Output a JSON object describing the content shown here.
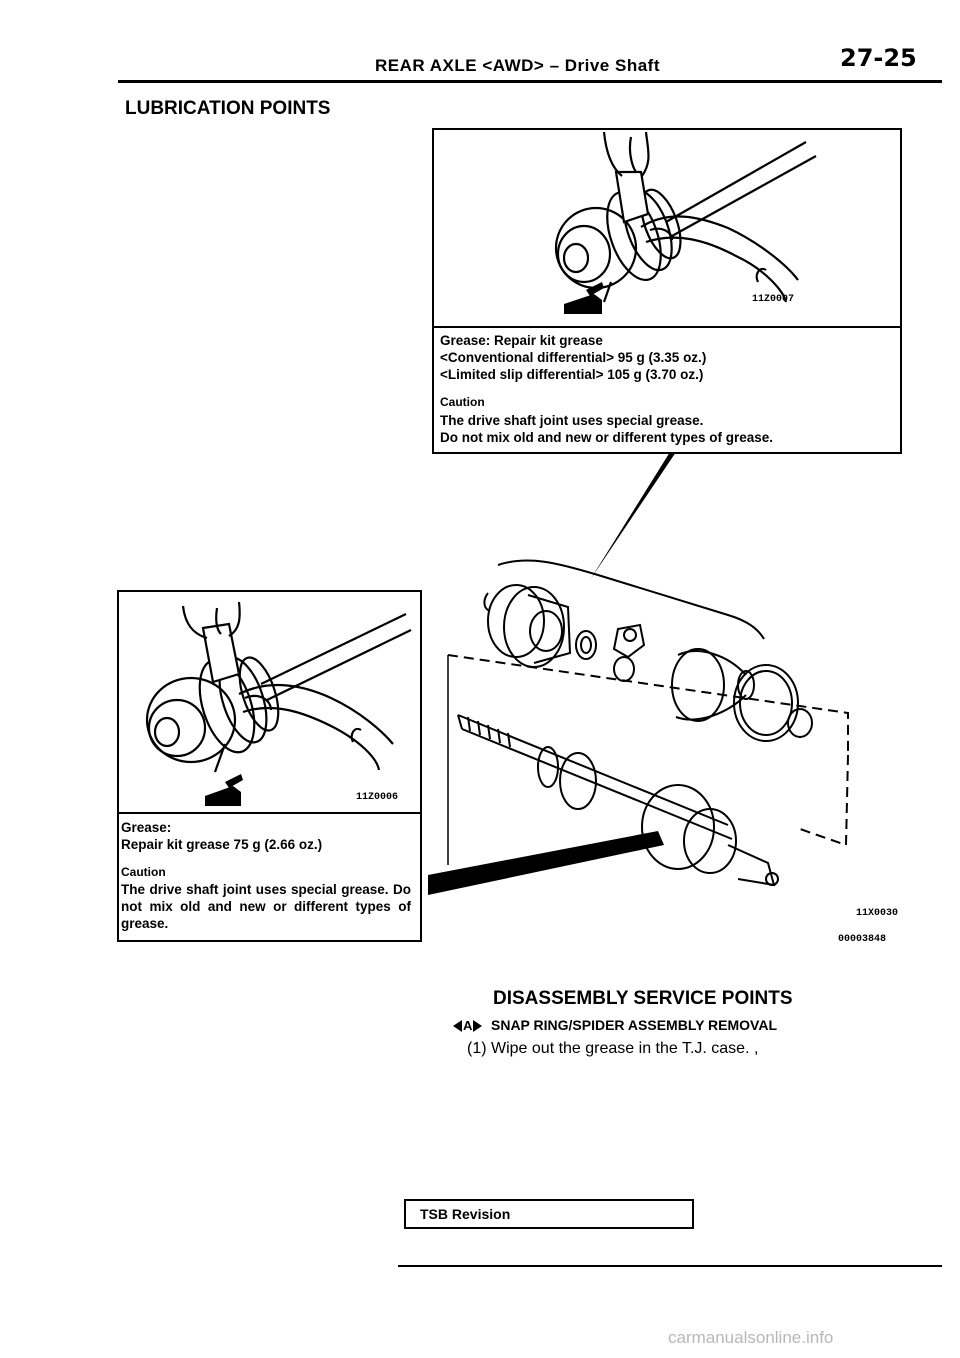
{
  "header": {
    "section": "REAR AXLE <AWD> – Drive Shaft",
    "page_number": "27-25"
  },
  "lubrication": {
    "title": "LUBRICATION POINTS",
    "top_figure": {
      "code": "11Z0007",
      "grease_line1": "Grease: Repair kit grease",
      "grease_line2": "<Conventional differential> 95 g (3.35 oz.)",
      "grease_line3": "<Limited slip differential> 105 g (3.70 oz.)",
      "caution_label": "Caution",
      "caution_line1": "The drive shaft joint uses special grease.",
      "caution_line2": "Do not mix old and new or different types of grease."
    },
    "left_figure": {
      "code": "11Z0006",
      "grease_label": "Grease:",
      "grease_line": "Repair kit grease 75 g (2.66 oz.)",
      "caution_label": "Caution",
      "caution_text": "The drive shaft joint uses special grease. Do not mix old and new or different types of grease."
    },
    "exploded_view": {
      "code1": "11X0030",
      "code2": "00003848"
    }
  },
  "disassembly": {
    "title": "DISASSEMBLY SERVICE POINTS",
    "marker": "A",
    "subtitle": "SNAP RING/SPIDER ASSEMBLY REMOVAL",
    "step1": "(1) Wipe out the grease in the T.J. case. ,"
  },
  "footer": {
    "tsb_label": "TSB Revision",
    "watermark": "carmanualsonline.info"
  }
}
